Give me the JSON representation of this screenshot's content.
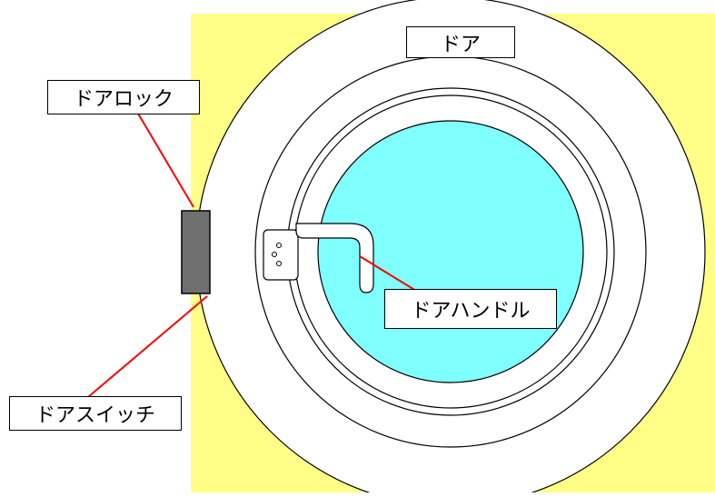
{
  "diagram": {
    "labels": {
      "door": "ドア",
      "door_lock": "ドアロック",
      "door_handle": "ドアハンドル",
      "door_switch": "ドアスイッチ"
    },
    "colors": {
      "panel": "#ffff88",
      "door": "#ffffff",
      "window": "#80ffff",
      "lock_block": "#707070",
      "leader_line": "#ff0000",
      "outline": "#000000"
    }
  }
}
